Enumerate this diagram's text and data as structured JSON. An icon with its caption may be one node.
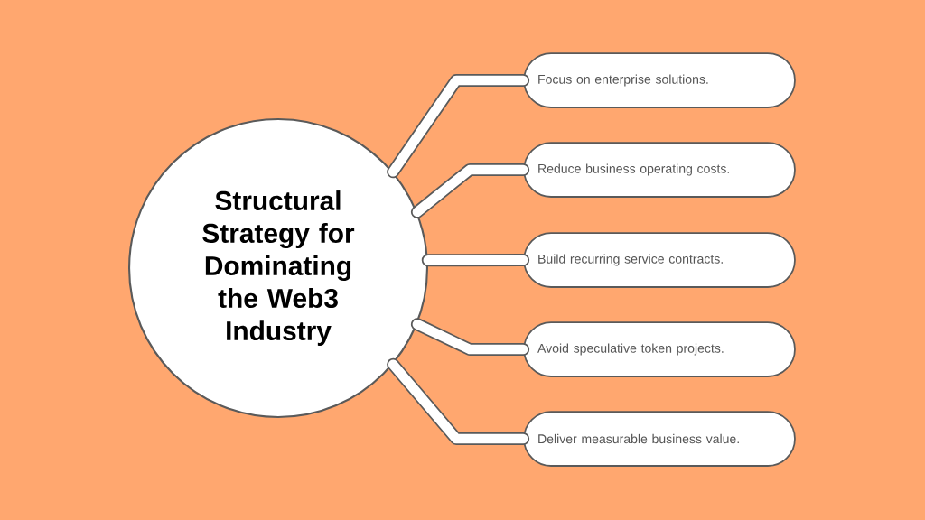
{
  "diagram": {
    "nodes": [
      {
        "text": [
          "Structural Strategy for Dominating the Web3 Industry"
        ]
      },
      {
        "text": [
          "Focus on enterprise solutions."
        ]
      },
      {
        "text": [
          "Reduce business operating costs."
        ]
      },
      {
        "text": [
          "Build recurring service contracts."
        ]
      },
      {
        "text": [
          "Avoid speculative token projects."
        ]
      },
      {
        "text": [
          "Deliver measurable business value."
        ]
      }
    ],
    "edges": [
      {
        "from": 0,
        "to": 1,
        "arrow": "none"
      },
      {
        "from": 0,
        "to": 2,
        "arrow": "none"
      },
      {
        "from": 0,
        "to": 3,
        "arrow": "none"
      },
      {
        "from": 0,
        "to": 4,
        "arrow": "none"
      },
      {
        "from": 0,
        "to": 5,
        "arrow": "none"
      }
    ]
  }
}
